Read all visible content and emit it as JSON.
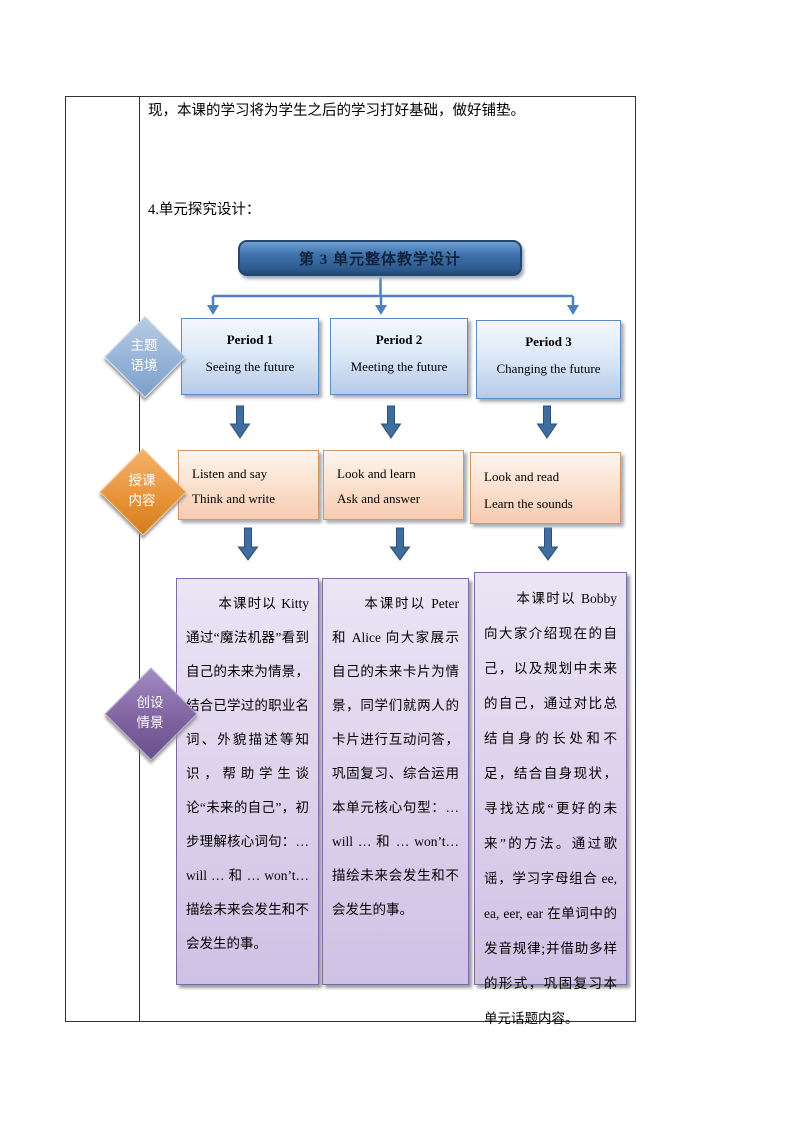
{
  "document": {
    "intro_text": "现，本课的学习将为学生之后的学习打好基础，做好铺垫。",
    "section_heading": "4.单元探究设计："
  },
  "flowchart": {
    "title": "第 3 单元整体教学设计",
    "stage_labels": [
      {
        "line1": "主题",
        "line2": "语境"
      },
      {
        "line1": "授课",
        "line2": "内容"
      },
      {
        "line1": "创设",
        "line2": "情景"
      }
    ],
    "periods": [
      {
        "title": "Period 1",
        "subtitle": "Seeing the future"
      },
      {
        "title": "Period 2",
        "subtitle": "Meeting the future"
      },
      {
        "title": "Period 3",
        "subtitle": "Changing the future"
      }
    ],
    "contents": [
      {
        "line1": "Listen and say",
        "line2": "Think and write"
      },
      {
        "line1": "Look and learn",
        "line2": "Ask and answer"
      },
      {
        "line1": "Look and read",
        "line2": "Learn the sounds"
      }
    ],
    "scenarios": [
      "本课时以 Kitty 通过“魔法机器”看到自己的未来为情景，结合已学过的职业名词、外貌描述等知识，帮助学生谈论“未来的自己”，初步理解核心词句：… will … 和 … won’t…描绘未来会发生和不会发生的事。",
      "本课时以 Peter 和 Alice 向大家展示自己的未来卡片为情景，同学们就两人的卡片进行互动问答，巩固复习、综合运用本单元核心句型：… will … 和 … won’t…描绘未来会发生和不会发生的事。",
      "本课时以 Bobby 向大家介绍现在的自己，以及规划中未来的自己，通过对比总结自身的长处和不足，结合自身现状，寻找达成“更好的未来”的方法。通过歌谣，学习字母组合 ee, ea, eer, ear 在单词中的发音规律;并借助多样的形式，巩固复习本单元话题内容。"
    ],
    "colors": {
      "banner_blue": "#3e72aa",
      "connector_blue": "#4f81bd",
      "block_arrow_blue": "#3e6d9e",
      "period_fill": "#b6cbe9",
      "content_fill": "#f7cbb0",
      "scenario_fill": "#cfc1e4",
      "stage_blue": "#95b3d7",
      "stage_orange": "#e8943a",
      "stage_purple": "#8064a2"
    }
  }
}
